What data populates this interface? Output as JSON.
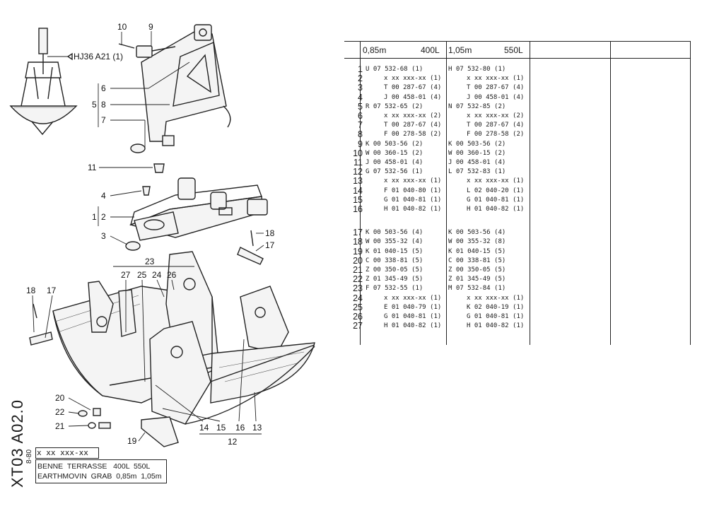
{
  "drawing": {
    "callouts": [
      {
        "id": "c10",
        "text": "10"
      },
      {
        "id": "c9",
        "text": "9"
      },
      {
        "id": "c6",
        "text": "6"
      },
      {
        "id": "c5",
        "text": "5"
      },
      {
        "id": "c8",
        "text": "8"
      },
      {
        "id": "c7",
        "text": "7"
      },
      {
        "id": "c11",
        "text": "11"
      },
      {
        "id": "c4",
        "text": "4"
      },
      {
        "id": "c1",
        "text": "1"
      },
      {
        "id": "c2",
        "text": "2"
      },
      {
        "id": "c3",
        "text": "3"
      },
      {
        "id": "c18a",
        "text": "18"
      },
      {
        "id": "c17a",
        "text": "17"
      },
      {
        "id": "c23",
        "text": "23"
      },
      {
        "id": "c27",
        "text": "27"
      },
      {
        "id": "c25",
        "text": "25"
      },
      {
        "id": "c24",
        "text": "24"
      },
      {
        "id": "c26",
        "text": "26"
      },
      {
        "id": "c18b",
        "text": "18"
      },
      {
        "id": "c17b",
        "text": "17"
      },
      {
        "id": "c20",
        "text": "20"
      },
      {
        "id": "c22",
        "text": "22"
      },
      {
        "id": "c21",
        "text": "21"
      },
      {
        "id": "c19",
        "text": "19"
      },
      {
        "id": "c14",
        "text": "14"
      },
      {
        "id": "c15",
        "text": "15"
      },
      {
        "id": "c16",
        "text": "16"
      },
      {
        "id": "c13",
        "text": "13"
      },
      {
        "id": "c12",
        "text": "12"
      }
    ],
    "reference_note": "HJ36  A21 (1)"
  },
  "table": {
    "headers": {
      "col1_size": "0,85m",
      "col1_vol": "400L",
      "col2_size": "1,05m",
      "col2_vol": "550L"
    },
    "rows": [
      {
        "idx": "1",
        "a": "U 07 532-68 (1)",
        "b": "H 07 532-80 (1)",
        "indent": false
      },
      {
        "idx": "2",
        "a": "x xx xxx-xx (1)",
        "b": "x xx xxx-xx (1)",
        "indent": true
      },
      {
        "idx": "3",
        "a": "T 00 287-67 (4)",
        "b": "T 00 287-67 (4)",
        "indent": true
      },
      {
        "idx": "4",
        "a": "J 00 458-01 (4)",
        "b": "J 00 458-01 (4)",
        "indent": true
      },
      {
        "idx": "5",
        "a": "R 07 532-65 (2)",
        "b": "N 07 532-85 (2)",
        "indent": false
      },
      {
        "idx": "6",
        "a": "x xx xxx-xx (2)",
        "b": "x xx xxx-xx (2)",
        "indent": true
      },
      {
        "idx": "7",
        "a": "T 00 287-67 (4)",
        "b": "T 00 287-67 (4)",
        "indent": true
      },
      {
        "idx": "8",
        "a": "F 00 278-58 (2)",
        "b": "F 00 278-58 (2)",
        "indent": true
      },
      {
        "idx": "9",
        "a": "K 00 503-56 (2)",
        "b": "K 00 503-56 (2)",
        "indent": false
      },
      {
        "idx": "10",
        "a": "W 00 360-15 (2)",
        "b": "W 00 360-15 (2)",
        "indent": false
      },
      {
        "idx": "11",
        "a": "J 00 458-01 (4)",
        "b": "J 00 458-01 (4)",
        "indent": false
      },
      {
        "idx": "12",
        "a": "G 07 532-56 (1)",
        "b": "L 07 532-83 (1)",
        "indent": false
      },
      {
        "idx": "13",
        "a": "x xx xxx-xx (1)",
        "b": "x xx xxx-xx (1)",
        "indent": true
      },
      {
        "idx": "14",
        "a": "F 01 040-80 (1)",
        "b": "L 02 040-20 (1)",
        "indent": true
      },
      {
        "idx": "15",
        "a": "G 01 040-81 (1)",
        "b": "G 01 040-81 (1)",
        "indent": true
      },
      {
        "idx": "16",
        "a": "H 01 040-82 (1)",
        "b": "H 01 040-82 (1)",
        "indent": true
      },
      {
        "idx": "17",
        "a": "K 00 503-56 (4)",
        "b": "K 00 503-56 (4)",
        "indent": false
      },
      {
        "idx": "18",
        "a": "W 00 355-32 (4)",
        "b": "W 00 355-32 (8)",
        "indent": false
      },
      {
        "idx": "19",
        "a": "K 01 040-15 (5)",
        "b": "K 01 040-15 (5)",
        "indent": false
      },
      {
        "idx": "20",
        "a": "C 00 338-81 (5)",
        "b": "C 00 338-81 (5)",
        "indent": false
      },
      {
        "idx": "21",
        "a": "Z 00 350-05 (5)",
        "b": "Z 00 350-05 (5)",
        "indent": false
      },
      {
        "idx": "22",
        "a": "Z 01 345-49 (5)",
        "b": "Z 01 345-49 (5)",
        "indent": false
      },
      {
        "idx": "23",
        "a": "F 07 532-55 (1)",
        "b": "M 07 532-84 (1)",
        "indent": false
      },
      {
        "idx": "24",
        "a": "x xx xxx-xx (1)",
        "b": "x xx xxx-xx (1)",
        "indent": true
      },
      {
        "idx": "25",
        "a": "E 01 040-79 (1)",
        "b": "K 02 040-19 (1)",
        "indent": true
      },
      {
        "idx": "26",
        "a": "G 01 040-81 (1)",
        "b": "G 01 040-81 (1)",
        "indent": true
      },
      {
        "idx": "27",
        "a": "H 01 040-82 (1)",
        "b": "H 01 040-82 (1)",
        "indent": true
      }
    ]
  },
  "titleblock": {
    "doc_code": "XT03 A02.0",
    "date": "8-80",
    "ref": "x xx xxx-xx",
    "title_fr": "BENNE  TERRASSE   400L  550L",
    "title_en": "EARTHMOVIN  GRAB  0,85m  1,05m"
  }
}
